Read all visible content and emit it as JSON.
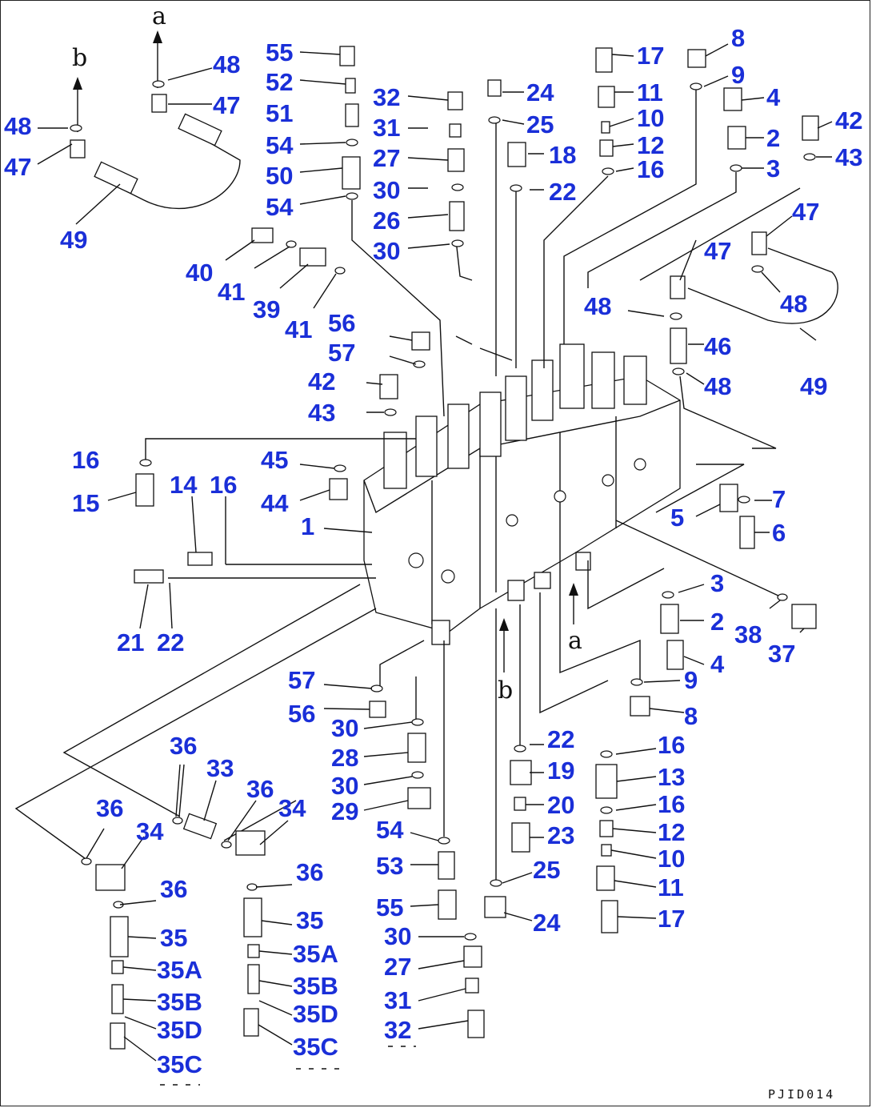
{
  "figure_code": "PJID014",
  "arrow_labels": [
    "a",
    "b",
    "a",
    "b"
  ],
  "callout_color": "#1a2fd8",
  "callouts": [
    "48",
    "47",
    "49",
    "48",
    "47",
    "55",
    "52",
    "51",
    "54",
    "50",
    "54",
    "32",
    "31",
    "27",
    "30",
    "26",
    "30",
    "24",
    "25",
    "18",
    "22",
    "17",
    "11",
    "10",
    "12",
    "16",
    "8",
    "9",
    "4",
    "2",
    "3",
    "42",
    "43",
    "40",
    "41",
    "39",
    "41",
    "47",
    "47",
    "48",
    "46",
    "48",
    "49",
    "48",
    "56",
    "57",
    "42",
    "43",
    "16",
    "15",
    "45",
    "44",
    "14",
    "16",
    "1",
    "21",
    "22",
    "5",
    "7",
    "6",
    "3",
    "2",
    "4",
    "9",
    "8",
    "38",
    "37",
    "57",
    "56",
    "30",
    "28",
    "30",
    "29",
    "54",
    "53",
    "55",
    "30",
    "27",
    "31",
    "32",
    "22",
    "19",
    "20",
    "23",
    "25",
    "24",
    "16",
    "13",
    "16",
    "12",
    "10",
    "11",
    "17",
    "36",
    "33",
    "36",
    "34",
    "36",
    "34",
    "36",
    "35",
    "35A",
    "35B",
    "35D",
    "35C",
    "36",
    "35",
    "35A",
    "35B",
    "35D",
    "35C"
  ]
}
